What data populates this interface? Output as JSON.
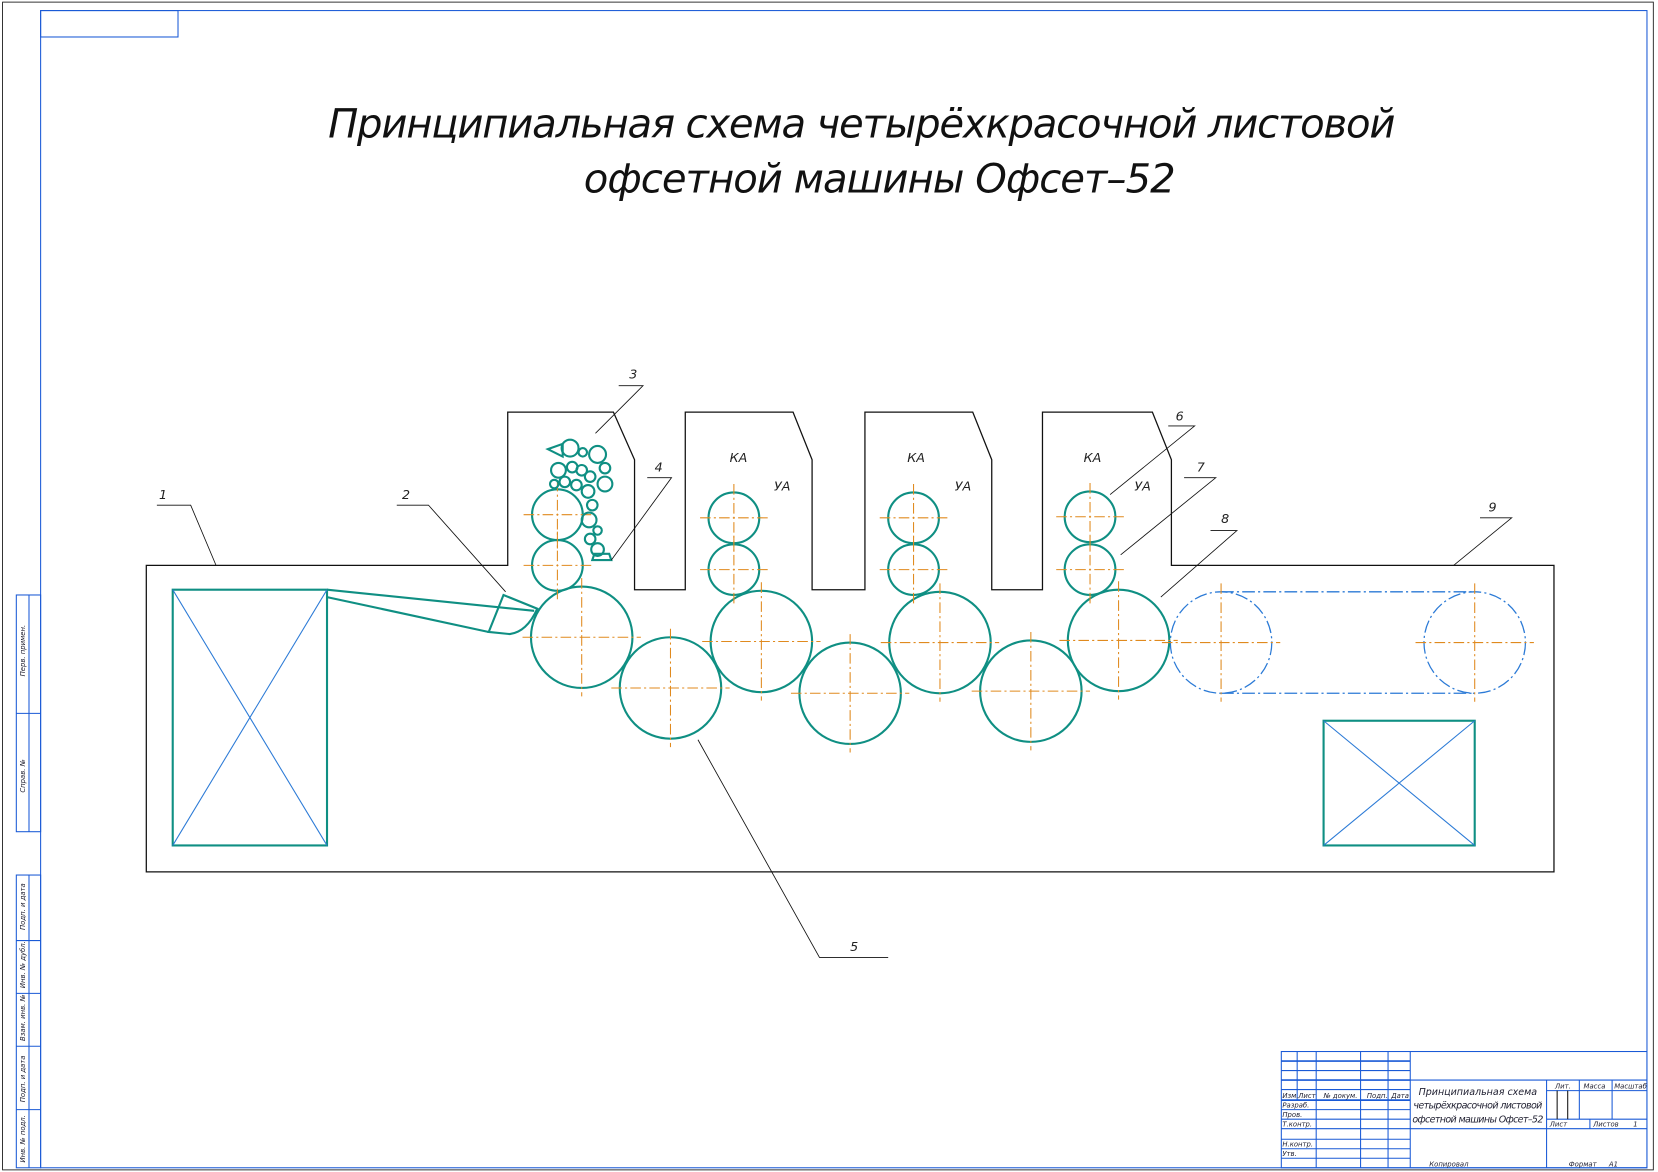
{
  "title": {
    "line1": "Принципиальная схема четырёхкрасочной листовой",
    "line2": "офсетной машины Офсет–52"
  },
  "callouts": [
    "1",
    "2",
    "3",
    "4",
    "5",
    "6",
    "7",
    "8",
    "9"
  ],
  "section_labels": {
    "ink": "КА",
    "damp": "УА"
  },
  "side_stamp": [
    "Перв. примен.",
    "Справ. №",
    "Подп. и дата",
    "Инв. № дубл.",
    "Взам. инв. №",
    "Подп. и дата",
    "Инв. № подл."
  ],
  "title_block": {
    "headers": [
      "Изм.",
      "Лист",
      "№ докум.",
      "Подп.",
      "Дата"
    ],
    "roles": [
      "Разраб.",
      "Пров.",
      "Т.контр.",
      "",
      "Н.контр.",
      "Утв."
    ],
    "name_lines": [
      "Принципиальная схема",
      "четырёхкрасочной листовой",
      "офсетной машины Офсет–52"
    ],
    "lit": "Лит.",
    "mass": "Масса",
    "scale": "Масштаб",
    "sheet": "Лист",
    "sheets": "Листов",
    "sheets_value": "1",
    "copied": "Копировал",
    "format": "Формат",
    "format_value": "А1"
  },
  "colors": {
    "frame": "#1a5ad6",
    "rollers": "#0f8f83",
    "centerlines": "#e08a1e"
  }
}
